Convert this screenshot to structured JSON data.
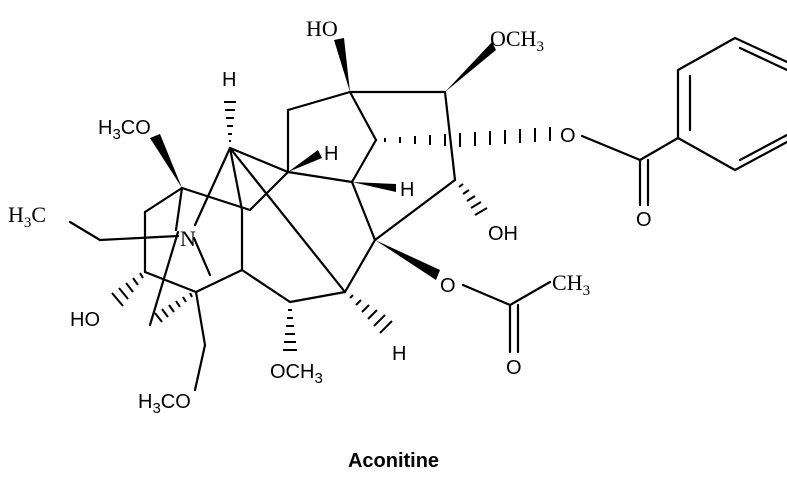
{
  "caption": "Aconitine",
  "labels": {
    "ho_top": "HO",
    "och3_top_o": "OCH",
    "och3_top_sub": "3",
    "h_top": "H",
    "h3co_left_h": "H",
    "h3co_left_sub": "3",
    "h3co_left_rest": "CO",
    "h_mid1": "H",
    "h_mid2": "H",
    "ester_o_top": "O",
    "carbonyl_o_top": "O",
    "oh_right": "OH",
    "h3c_ethyl_h": "H",
    "h3c_ethyl_sub": "3",
    "h3c_ethyl_rest": "C",
    "nitrogen": "N",
    "ester_o_bottom": "O",
    "ch3_acetyl_c": "CH",
    "ch3_acetyl_sub": "3",
    "ho_left": "HO",
    "h_bottom": "H",
    "och3_bottom_o": "OCH",
    "och3_bottom_sub": "3",
    "carbonyl_o_bottom": "O",
    "h3co_bottom_h": "H",
    "h3co_bottom_sub": "3",
    "h3co_bottom_rest": "CO"
  }
}
